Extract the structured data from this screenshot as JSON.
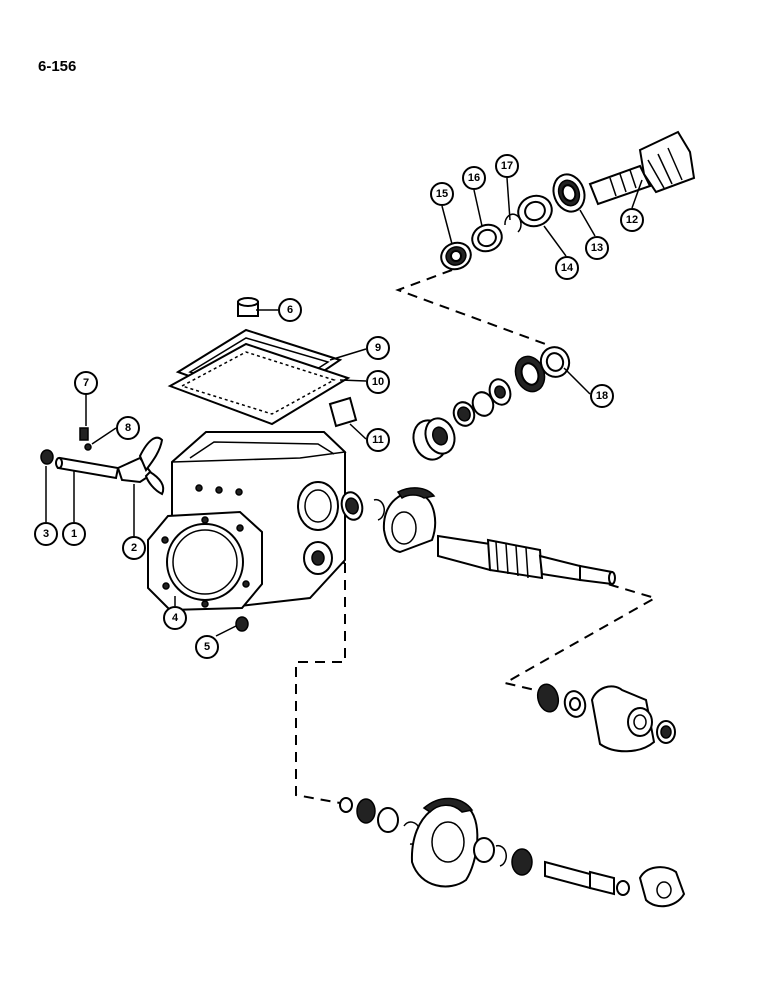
{
  "page_number": "6-156",
  "callouts": [
    {
      "id": "c1",
      "label": "1"
    },
    {
      "id": "c2",
      "label": "2"
    },
    {
      "id": "c3",
      "label": "3"
    },
    {
      "id": "c4",
      "label": "4"
    },
    {
      "id": "c5",
      "label": "5"
    },
    {
      "id": "c6",
      "label": "6"
    },
    {
      "id": "c7",
      "label": "7"
    },
    {
      "id": "c8",
      "label": "8"
    },
    {
      "id": "c9",
      "label": "9"
    },
    {
      "id": "c10",
      "label": "10"
    },
    {
      "id": "c11",
      "label": "11"
    },
    {
      "id": "c12",
      "label": "12"
    },
    {
      "id": "c13",
      "label": "13"
    },
    {
      "id": "c14",
      "label": "14"
    },
    {
      "id": "c15",
      "label": "15"
    },
    {
      "id": "c16",
      "label": "16"
    },
    {
      "id": "c17",
      "label": "17"
    },
    {
      "id": "c18",
      "label": "18"
    }
  ]
}
